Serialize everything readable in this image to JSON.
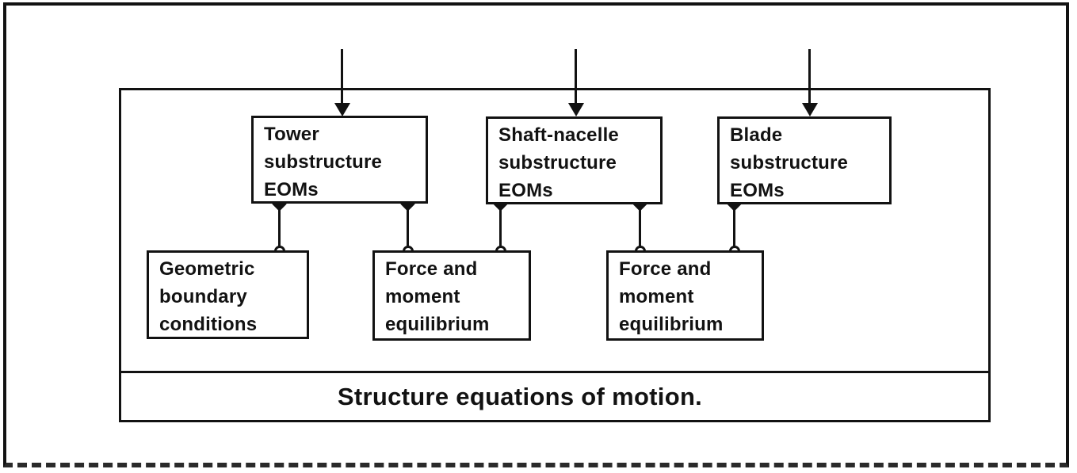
{
  "figure": {
    "type": "block-diagram",
    "background_color": "#ffffff",
    "line_color": "#121212"
  },
  "substructure_boxes": [
    {
      "id": "tower",
      "label": "Tower\nsubstructure\nEOMs"
    },
    {
      "id": "shaft-nacelle",
      "label": "Shaft-nacelle\nsubstructure\nEOMs"
    },
    {
      "id": "blade",
      "label": "Blade\nsubstructure\nEOMs"
    }
  ],
  "constraint_boxes": [
    {
      "id": "geometric-boundary",
      "label": "Geometric\nboundary\nconditions"
    },
    {
      "id": "force-moment-1",
      "label": "Force and\nmoment\nequilibrium"
    },
    {
      "id": "force-moment-2",
      "label": "Force and\nmoment\nequilibrium"
    }
  ],
  "input_arrows": [
    {
      "into": "tower"
    },
    {
      "into": "shaft-nacelle"
    },
    {
      "into": "blade"
    }
  ],
  "connectors": [
    {
      "from": "tower",
      "to": "geometric-boundary"
    },
    {
      "from": "tower",
      "to": "force-moment-1"
    },
    {
      "from": "shaft-nacelle",
      "to": "force-moment-1"
    },
    {
      "from": "shaft-nacelle",
      "to": "force-moment-2"
    },
    {
      "from": "blade",
      "to": "force-moment-2"
    }
  ],
  "footer": {
    "label": "Structure equations of motion."
  }
}
